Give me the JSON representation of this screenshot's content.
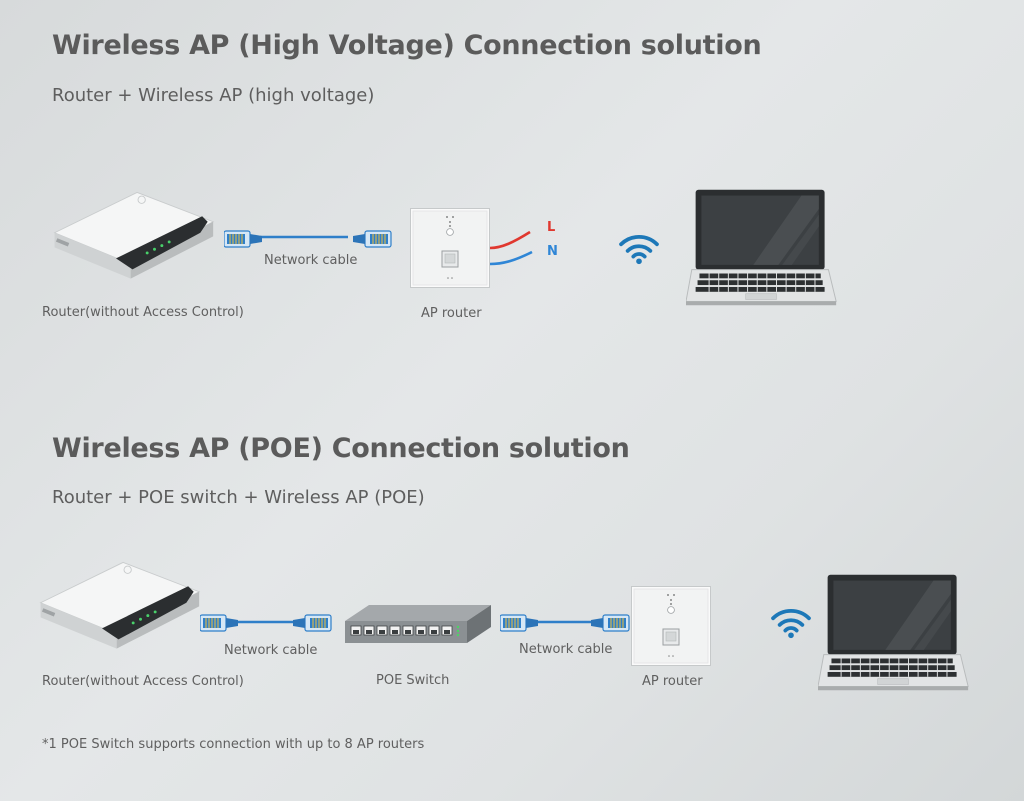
{
  "section1": {
    "title": "Wireless AP (High Voltage) Connection solution",
    "subtitle": "Router + Wireless AP (high voltage)",
    "router_label": "Router(without Access Control)",
    "cable_label": "Network cable",
    "ap_label": "AP router",
    "live_label": "L",
    "neutral_label": "N"
  },
  "section2": {
    "title": "Wireless AP (POE) Connection solution",
    "subtitle": "Router + POE switch + Wireless AP (POE)",
    "router_label": "Router(without Access Control)",
    "cable1_label": "Network cable",
    "switch_label": "POE Switch",
    "cable2_label": "Network cable",
    "ap_label": "AP router"
  },
  "footnote": "*1 POE Switch supports connection with up to 8 AP routers",
  "colors": {
    "cable_blue": "#2f7fc9",
    "live_wire": "#e0382f",
    "neutral_wire": "#2f86d6",
    "wifi": "#1d78b8"
  },
  "icons": [
    "router-icon",
    "ethernet-plug-icon",
    "wall-ap-icon",
    "wifi-icon",
    "laptop-icon",
    "poe-switch-icon"
  ]
}
